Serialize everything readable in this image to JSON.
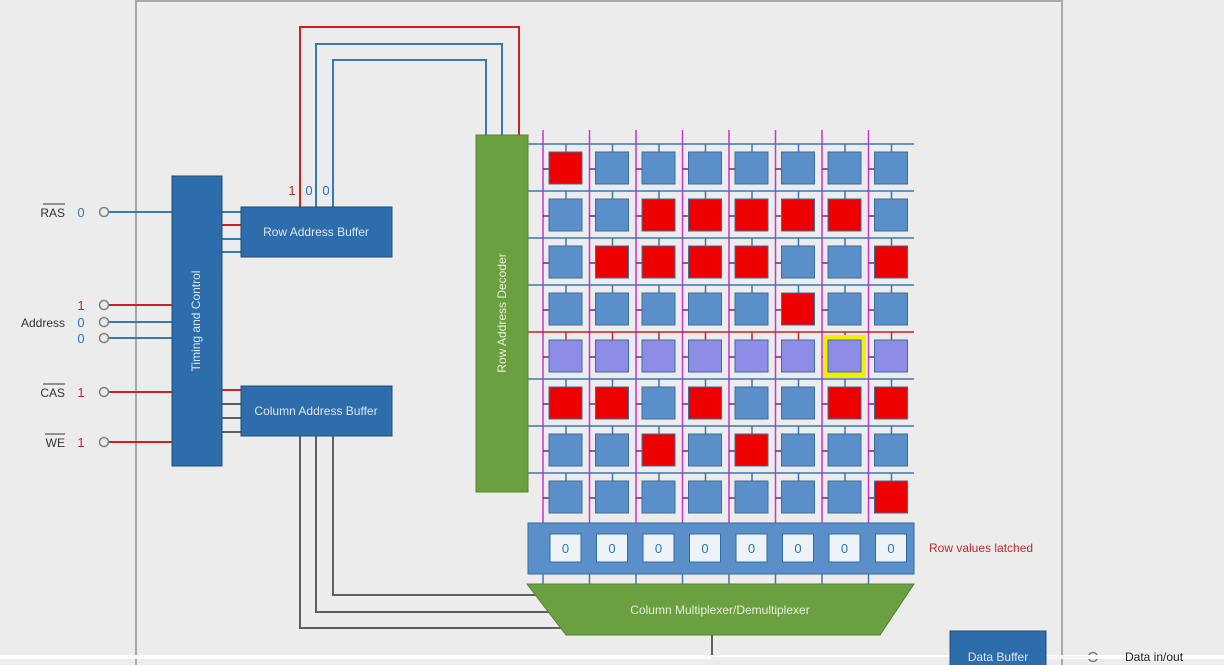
{
  "colors": {
    "background": "#ececec",
    "frame": "#a9a9a9",
    "block_blue": "#2e6dab",
    "block_green": "#6aa040",
    "cell_zero": "#5b8fc9",
    "cell_one": "#ee0000",
    "cell_selected_row": "#8d8de8",
    "selected_highlight": "#f2ef00",
    "wire_high": "#cc2222",
    "wire_low": "#3a78b5",
    "wire_gray": "#606060",
    "bitline": "#cc33cc",
    "value_high_text": "#c0282d",
    "value_low_text": "#2f75b5"
  },
  "inputs": {
    "ras": {
      "label": "RAS",
      "value": "0"
    },
    "address": {
      "label": "Address",
      "bits": [
        "1",
        "0",
        "0"
      ]
    },
    "cas": {
      "label": "CAS",
      "value": "1"
    },
    "we": {
      "label": "WE",
      "value": "1"
    }
  },
  "blocks": {
    "timing_control": "Timing and Control",
    "row_address_buffer": "Row Address Buffer",
    "column_address_buffer": "Column Address Buffer",
    "row_address_decoder": "Row Address Decoder",
    "column_mux": "Column Multiplexer/Demultiplexer",
    "data_buffer": "Data Buffer"
  },
  "row_buffer_bits": [
    "1",
    "0",
    "0"
  ],
  "memory_array": {
    "rows": 8,
    "cols": 8,
    "selected_row": 4,
    "selected_col": 6,
    "cells": [
      [
        1,
        0,
        0,
        0,
        0,
        0,
        0,
        0
      ],
      [
        0,
        0,
        1,
        1,
        1,
        1,
        1,
        0
      ],
      [
        0,
        1,
        1,
        1,
        1,
        0,
        0,
        1
      ],
      [
        0,
        0,
        0,
        0,
        0,
        1,
        0,
        0
      ],
      [
        0,
        0,
        0,
        0,
        0,
        0,
        0,
        0
      ],
      [
        1,
        1,
        0,
        1,
        0,
        0,
        1,
        1
      ],
      [
        0,
        0,
        1,
        0,
        1,
        0,
        0,
        0
      ],
      [
        0,
        0,
        0,
        0,
        0,
        0,
        0,
        1
      ]
    ]
  },
  "latch": {
    "values": [
      "0",
      "0",
      "0",
      "0",
      "0",
      "0",
      "0",
      "0"
    ],
    "label": "Row values latched"
  },
  "data_io_label": "Data in/out"
}
